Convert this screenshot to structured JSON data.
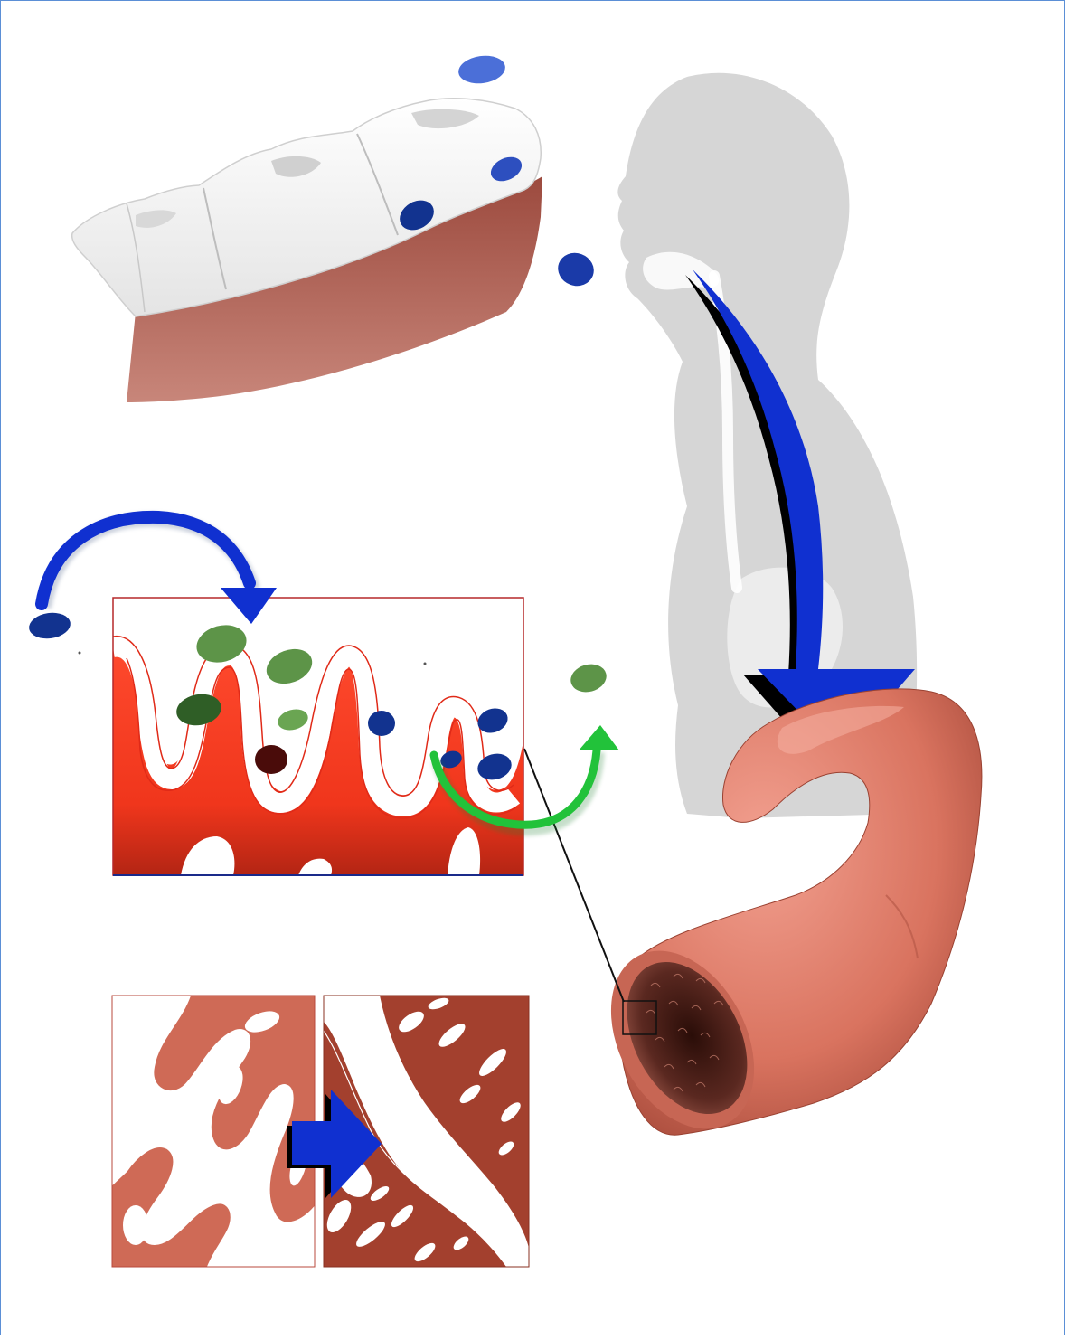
{
  "figure": {
    "frame_color": "#5b8fd6",
    "panels": [
      {
        "name": "teeth-with-bacteria",
        "icon": "teeth"
      },
      {
        "name": "human-silhouette",
        "icon": "person-profile"
      },
      {
        "name": "swallow-arrow",
        "icon": "arrow-down-curved"
      },
      {
        "name": "intestine",
        "icon": "intestine-tube"
      },
      {
        "name": "villi-cross-section",
        "icon": "villi"
      },
      {
        "name": "villi-before-after",
        "icon": "villi-comparison"
      }
    ]
  },
  "colors": {
    "bacteria_oral": "#12338f",
    "bacteria_oral_light": "#4b6fd8",
    "bacteria_gut_green": "#5d9448",
    "bacteria_gut_dark_green": "#2f5e26",
    "bacteria_dark_red": "#4a0c0a",
    "arrow_blue": "#1030d0",
    "arrow_green": "#22c23a",
    "tissue_red": "#e8321e",
    "tissue_dark_red": "#a3402e",
    "tissue_light_red": "#cf6a56",
    "gum": "#b86a5c",
    "silhouette": "#d6d6d6",
    "intestine": "#d9735f"
  }
}
